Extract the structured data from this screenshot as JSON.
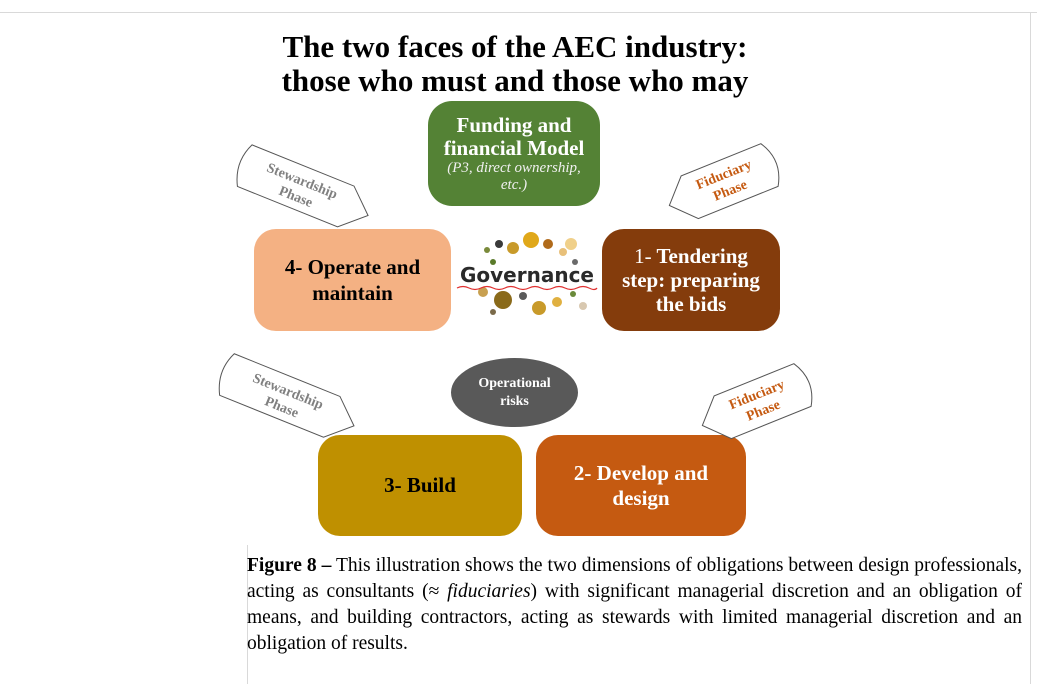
{
  "title": {
    "line1": "The two faces of the AEC industry:",
    "line2": "those who must and those who may"
  },
  "center": {
    "governance_label": "Governance",
    "operational_risks": "Operational risks"
  },
  "steps": {
    "funding": {
      "main": "Funding and financial Model",
      "sub": "(P3, direct ownership, etc.)"
    },
    "step1": {
      "num": "1-",
      "label": "Tendering step: preparing the bids"
    },
    "step2": {
      "label": "2- Develop and design"
    },
    "step3": {
      "label": "3- Build"
    },
    "step4": {
      "label": "4- Operate and maintain"
    }
  },
  "phase_tags": {
    "stewardship_top": {
      "line1": "Stewardship",
      "line2": "Phase"
    },
    "fiduciary_top": {
      "line1": "Fiduciary",
      "line2": "Phase"
    },
    "stewardship_bottom": {
      "line1": "Stewardship",
      "line2": "Phase"
    },
    "fiduciary_bottom": {
      "line1": "Fiduciary",
      "line2": "Phase"
    }
  },
  "caption": {
    "label": "Figure 8 –",
    "text_a": " This illustration shows the two dimensions of obligations between design professionals, acting as consultants (≈ ",
    "italic": "fiduciaries",
    "text_b": ") with significant managerial discretion and an obligation of means, and building contractors, acting as stewards with limited managerial discretion and an obligation of results."
  },
  "colors": {
    "funding": "#548235",
    "step1": "#843c0c",
    "step2": "#c55a11",
    "step3": "#bf9000",
    "step4": "#f4b183",
    "oval": "#595959",
    "stewardship_text": "#808080",
    "fiduciary_text": "#c55a11"
  }
}
